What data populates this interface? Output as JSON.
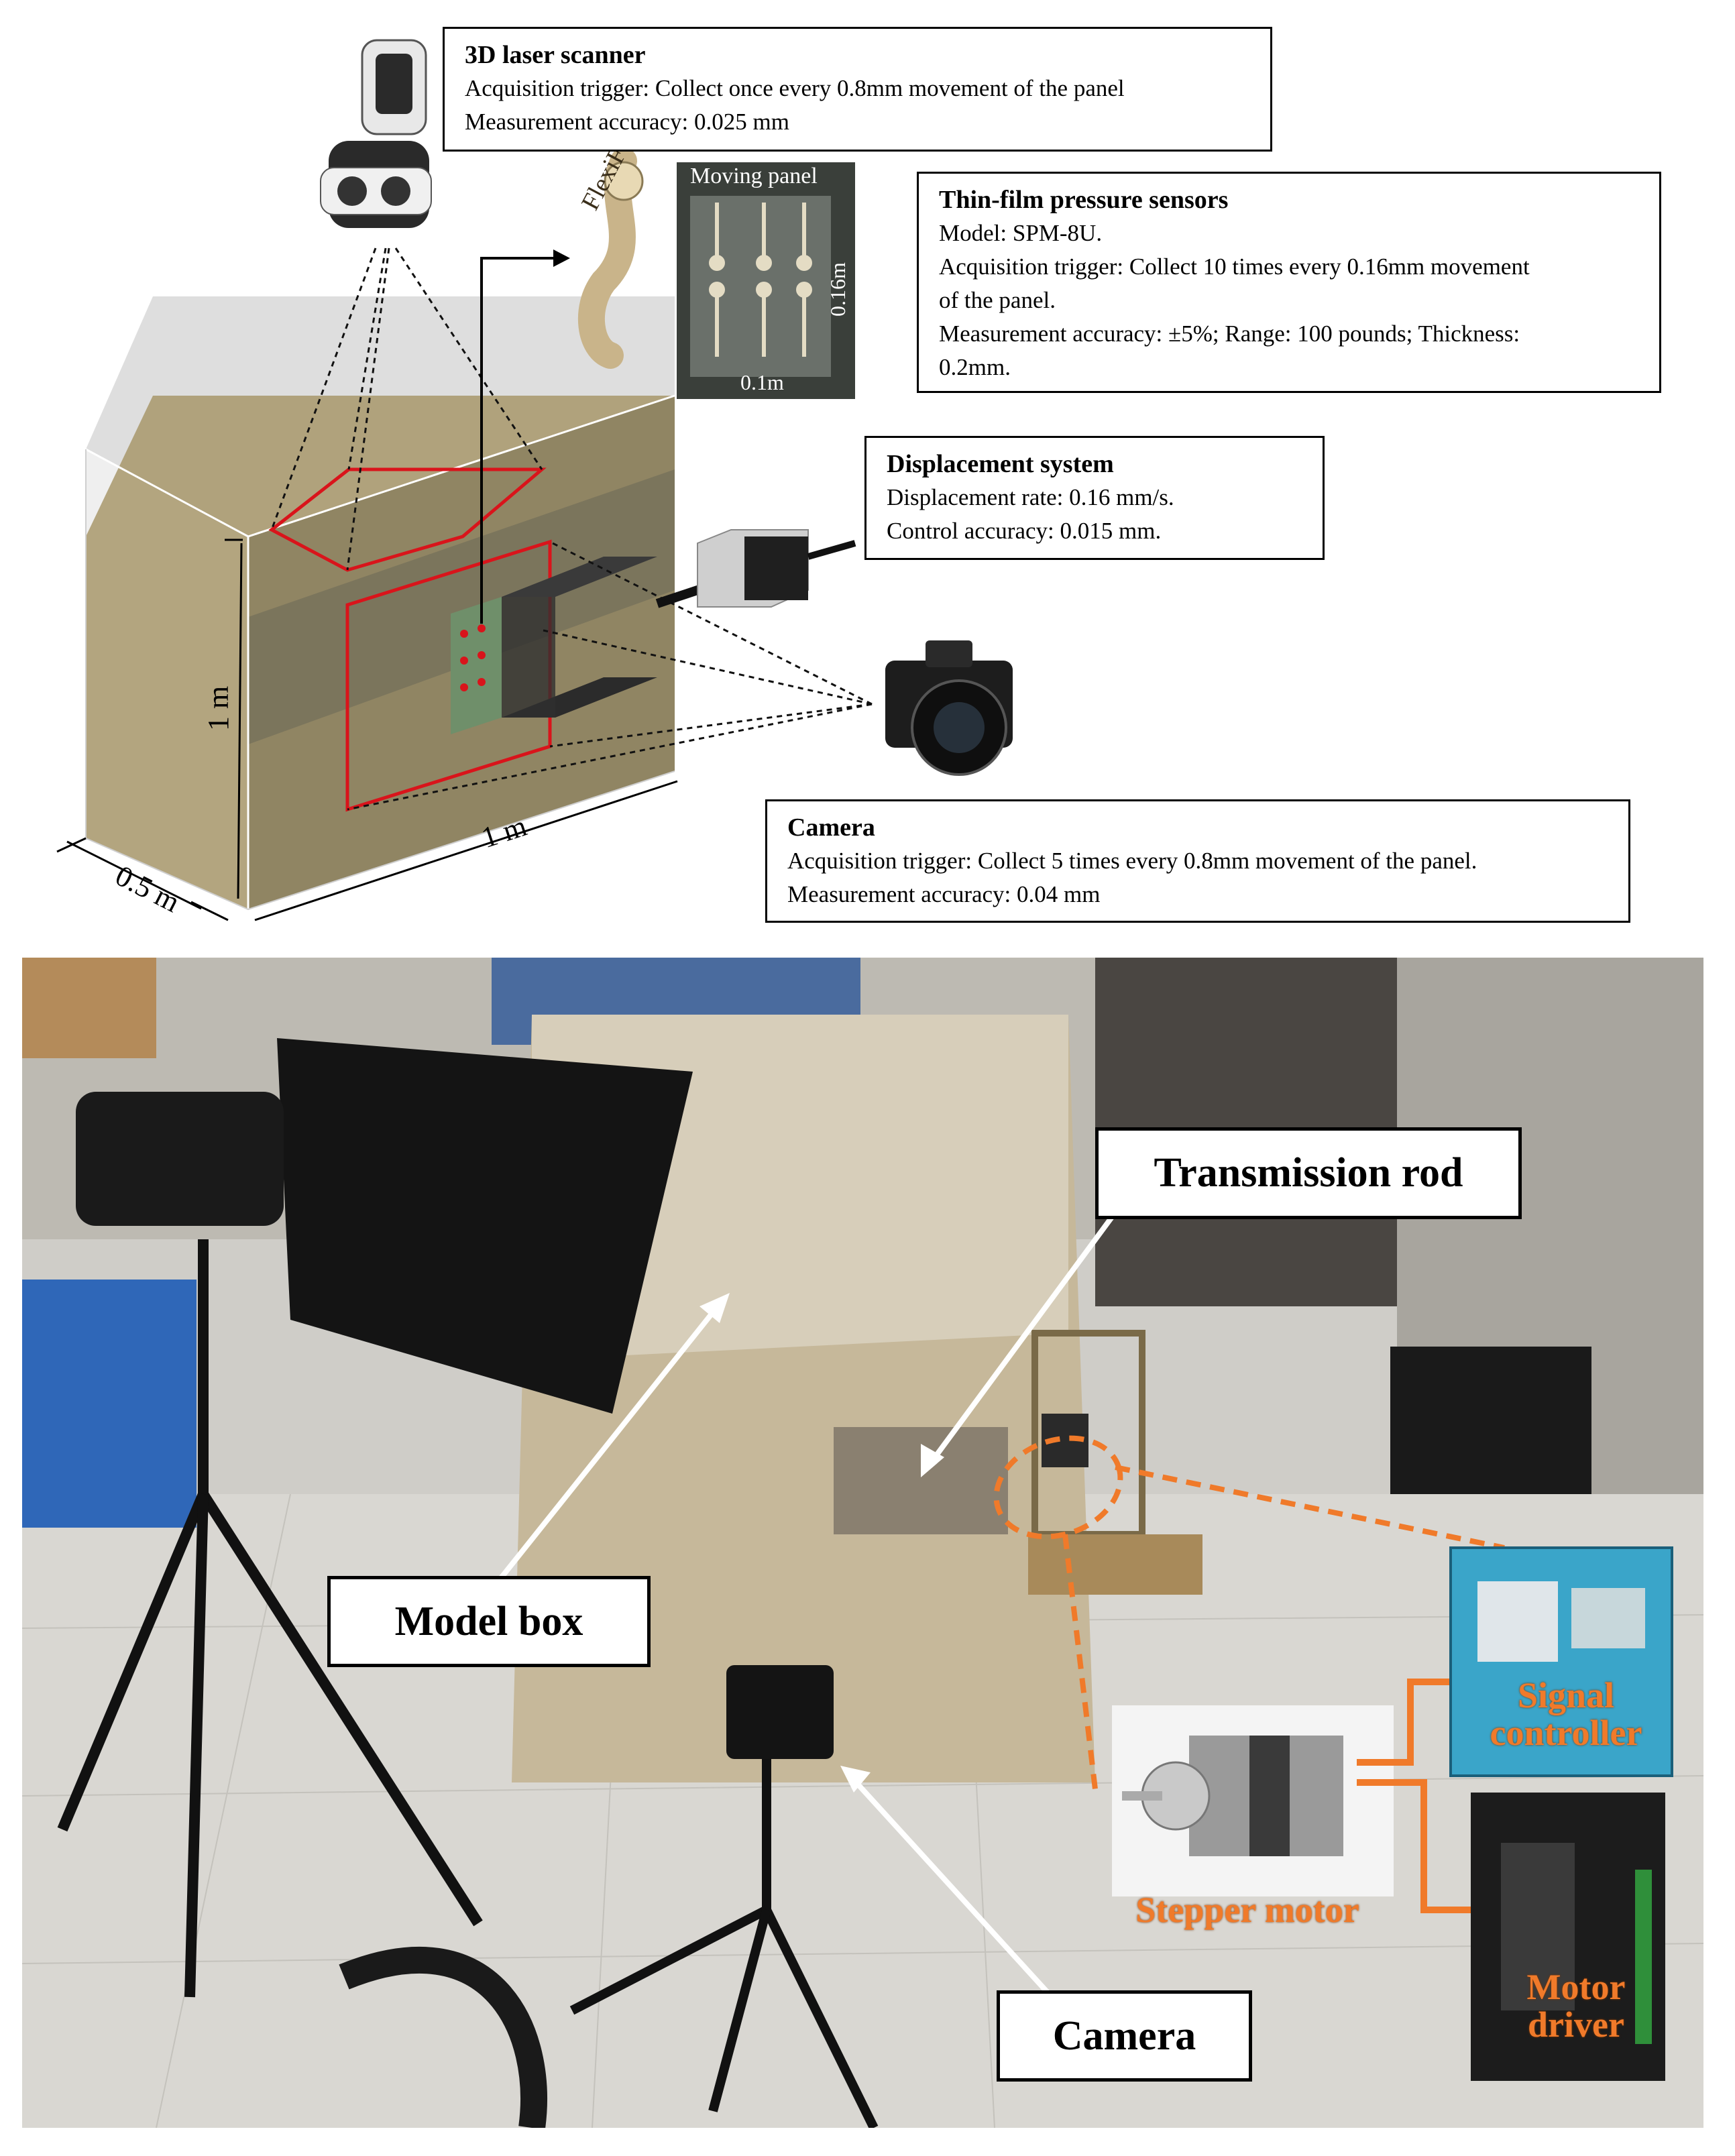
{
  "scanner": {
    "title": "3D laser scanner",
    "lines": [
      "Acquisition trigger: Collect once every 0.8mm movement of the panel",
      "Measurement accuracy: 0.025 mm"
    ]
  },
  "sensors": {
    "title": "Thin-film pressure sensors",
    "lines": [
      "Model: SPM-8U.",
      "Acquisition trigger: Collect 10 times every 0.16mm movement",
      "of the panel.",
      "Measurement accuracy: ±5%; Range: 100 pounds; Thickness:",
      "0.2mm."
    ]
  },
  "displacement": {
    "title": "Displacement system",
    "lines": [
      "Displacement rate: 0.16 mm/s.",
      "Control accuracy: 0.015 mm."
    ]
  },
  "camera_box": {
    "title": "Camera",
    "lines": [
      "Acquisition trigger: Collect 5 times every 0.8mm movement of the panel.",
      "Measurement accuracy: 0.04 mm"
    ]
  },
  "panel_photo": {
    "title": "Moving panel",
    "dim_h": "0.16m",
    "dim_w": "0.1m"
  },
  "sensor_brand": "FlexiForce",
  "dims": {
    "height": "1 m",
    "length": "1 m",
    "width": "0.5 m"
  },
  "photo_labels": {
    "transmission_rod": "Transmission rod",
    "model_box": "Model box",
    "camera": "Camera",
    "signal_controller": "Signal controller",
    "stepper_motor": "Stepper motor",
    "motor_driver": "Motor driver"
  },
  "colors": {
    "frame_red": "#d9141b",
    "accent_orange": "#f07a2a",
    "soil": "#a8986b"
  }
}
